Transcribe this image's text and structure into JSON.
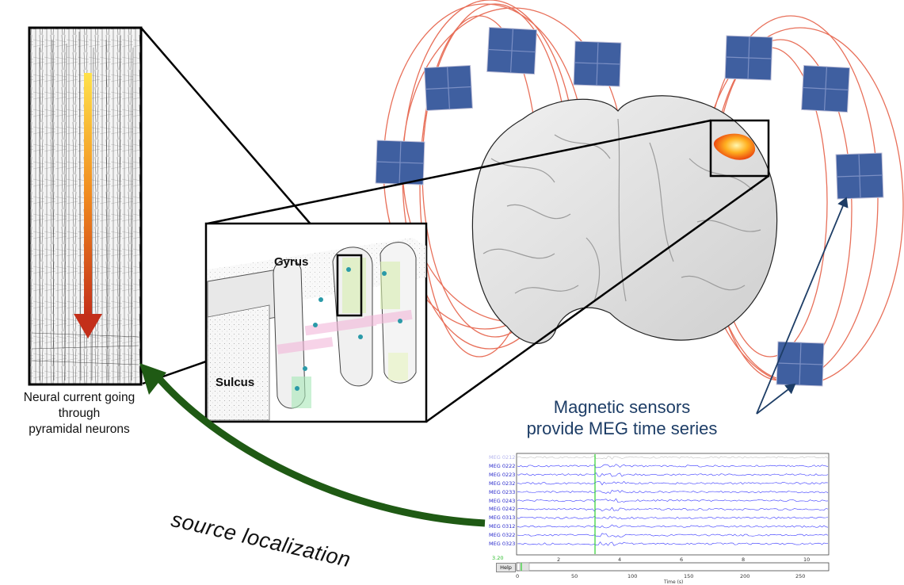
{
  "labels": {
    "neural_caption_l1": "Neural current going",
    "neural_caption_l2": "through",
    "neural_caption_l3": "pyramidal neurons",
    "sensor_caption_l1": "Magnetic sensors",
    "sensor_caption_l2": "provide MEG time series",
    "source_localization": "source localization",
    "gyrus": "Gyrus",
    "sulcus": "Sulcus"
  },
  "meg_plot": {
    "channels": [
      "MEG 0212",
      "MEG 0222",
      "MEG 0223",
      "MEG 0232",
      "MEG 0233",
      "MEG 0243",
      "MEG 0242",
      "MEG 0313",
      "MEG 0312",
      "MEG 0322",
      "MEG 0323"
    ],
    "top_axis_ticks": [
      "2",
      "4",
      "6",
      "8",
      "10"
    ],
    "time_marker": "3.20",
    "help_label": "Help",
    "bottom_axis_ticks": [
      "0",
      "50",
      "100",
      "150",
      "200",
      "250"
    ],
    "bottom_axis_label": "Time (s)"
  },
  "colors": {
    "field_lines": "#e8705a",
    "sensor_fill": "#3f5fa0",
    "arrow_green": "#1f5a14",
    "caption_blue": "#1d3d66",
    "channel_trace": "#3a3aff",
    "cursor_green": "#2dd12d"
  }
}
